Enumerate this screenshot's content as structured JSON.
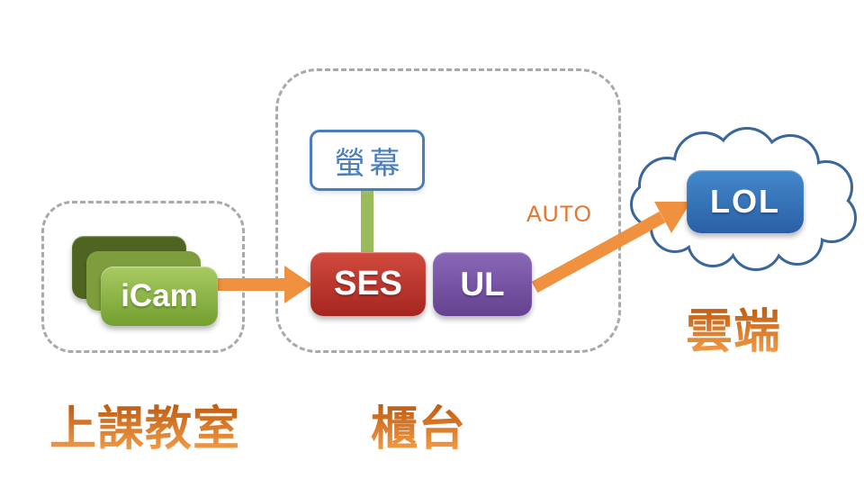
{
  "groups": {
    "classroom": {
      "label": "上課教室"
    },
    "counter": {
      "label": "櫃台"
    },
    "cloud": {
      "label": "雲端"
    }
  },
  "nodes": {
    "icam": {
      "label": "iCam"
    },
    "screen": {
      "label": "螢幕"
    },
    "ses": {
      "label": "SES"
    },
    "ul": {
      "label": "UL"
    },
    "lol": {
      "label": "LOL"
    }
  },
  "edges": {
    "icam_to_ses": {
      "type": "arrow"
    },
    "screen_to_ses": {
      "type": "connector"
    },
    "ul_to_cloud": {
      "type": "arrow",
      "label": "AUTO"
    }
  },
  "colors": {
    "arrow": "#f09140",
    "auto_text": "#e2762d",
    "label_gradient_top": "#c05c10",
    "label_gradient_bottom": "#f6a14e",
    "ses_top": "#d14a3e",
    "ses_bottom": "#a52620",
    "ul_top": "#8a68b8",
    "ul_bottom": "#65418f",
    "lol_top": "#4389cb",
    "lol_bottom": "#2a5fa5",
    "icam_front_top": "#a8ca62",
    "icam_front_bottom": "#73a02f",
    "icam_mid": "#7e9e3d",
    "icam_back": "#4e6420",
    "screen_blue": "#4a7ebb",
    "cloud_blue": "#3a669a",
    "connector_green": "#9bba59",
    "dash_gray": "#a9a9a9"
  }
}
